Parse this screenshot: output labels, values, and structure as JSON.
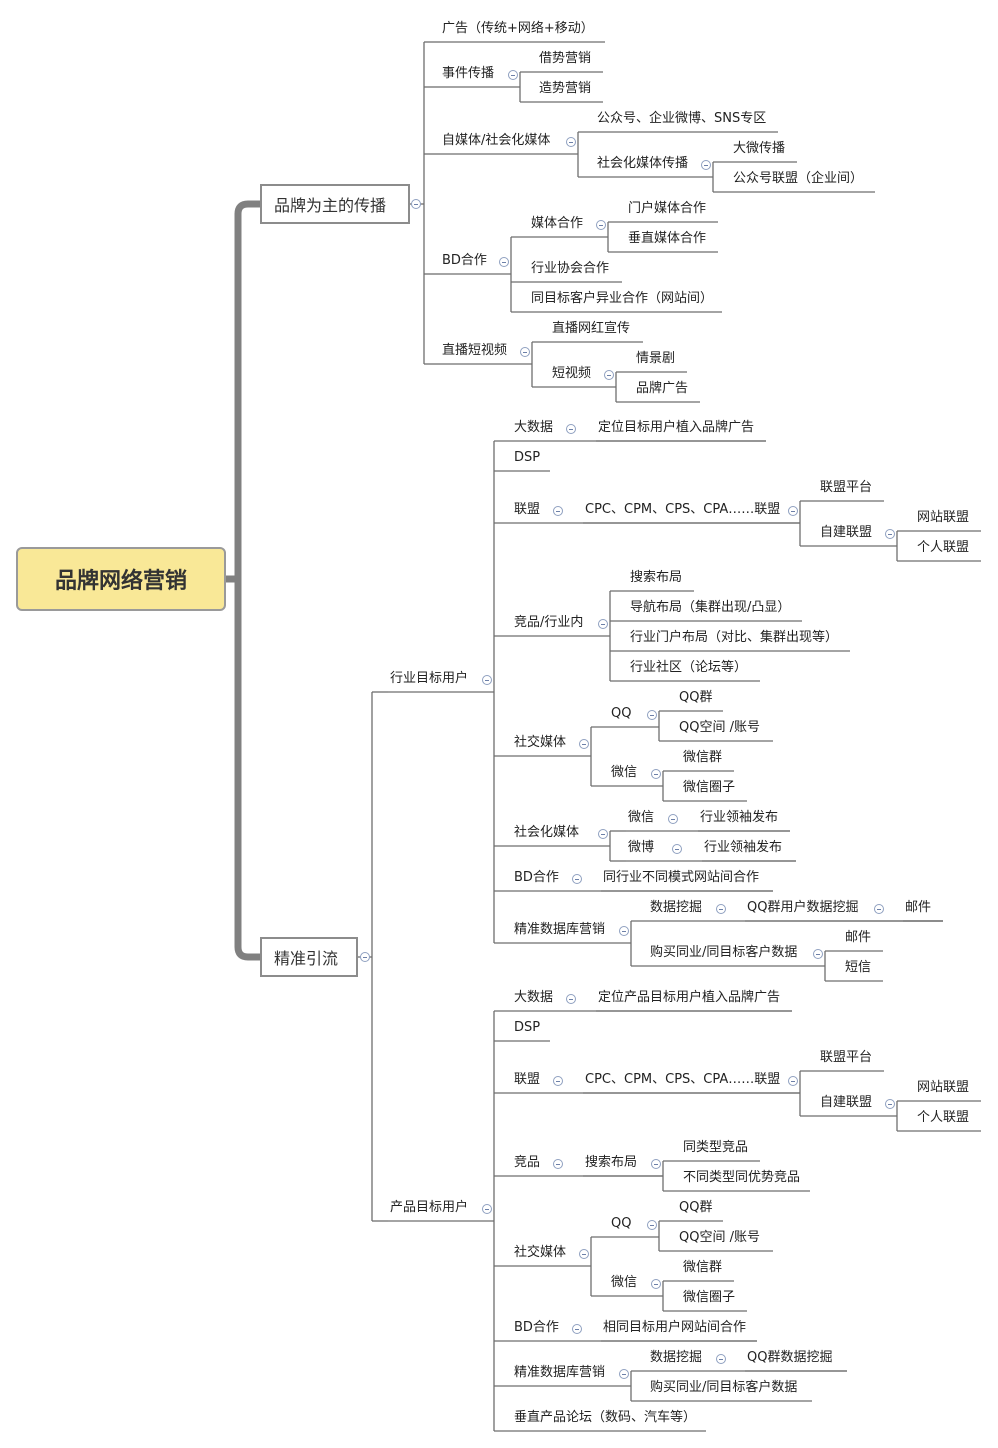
{
  "root": "品牌网络营销",
  "b1": {
    "title": "品牌为主的传播",
    "ad": "广告（传统+网络+移动）",
    "event": "事件传播",
    "event_1": "借势营销",
    "event_2": "造势营销",
    "media": "自媒体/社会化媒体",
    "media_1": "公众号、企业微博、SNS专区",
    "media_2": "社会化媒体传播",
    "media_2_1": "大微传播",
    "media_2_2": "公众号联盟（企业间）",
    "bd": "BD合作",
    "bd_1": "媒体合作",
    "bd_1_1": "门户媒体合作",
    "bd_1_2": "垂直媒体合作",
    "bd_2": "行业协会合作",
    "bd_3": "同目标客户异业合作（网站间）",
    "live": "直播短视频",
    "live_1": "直播网红宣传",
    "live_2": "短视频",
    "live_2_1": "情景剧",
    "live_2_2": "品牌广告"
  },
  "b2": {
    "title": "精准引流",
    "ind": {
      "title": "行业目标用户",
      "bigdata": "大数据",
      "bigdata_1": "定位目标用户植入品牌广告",
      "dsp": "DSP",
      "union": "联盟",
      "union_1": "CPC、CPM、CPS、CPA……联盟",
      "union_1_1": "联盟平台",
      "union_1_2": "自建联盟",
      "union_1_2_1": "网站联盟",
      "union_1_2_2": "个人联盟",
      "comp": "竞品/行业内",
      "comp_1": "搜索布局",
      "comp_2": "导航布局（集群出现/凸显）",
      "comp_3": "行业门户布局（对比、集群出现等）",
      "comp_4": "行业社区（论坛等）",
      "social": "社交媒体",
      "qq": "QQ",
      "qq_1": "QQ群",
      "qq_2": "QQ空间 /账号",
      "wx": "微信",
      "wx_1": "微信群",
      "wx_2": "微信圈子",
      "sm": "社会化媒体",
      "sm_1": "微信",
      "sm_1_1": "行业领袖发布",
      "sm_2": "微博",
      "sm_2_1": "行业领袖发布",
      "bd": "BD合作",
      "bd_1": "同行业不同模式网站间合作",
      "db": "精准数据库营销",
      "db_1": "数据挖掘",
      "db_1_1": "QQ群用户数据挖掘",
      "db_1_1_1": "邮件",
      "db_2": "购买同业/同目标客户数据",
      "db_2_1": "邮件",
      "db_2_2": "短信"
    },
    "prod": {
      "title": "产品目标用户",
      "bigdata": "大数据",
      "bigdata_1": "定位产品目标用户植入品牌广告",
      "dsp": "DSP",
      "union": "联盟",
      "union_1": "CPC、CPM、CPS、CPA……联盟",
      "union_1_1": "联盟平台",
      "union_1_2": "自建联盟",
      "union_1_2_1": "网站联盟",
      "union_1_2_2": "个人联盟",
      "comp": "竞品",
      "comp_1": "搜索布局",
      "comp_1_1": "同类型竞品",
      "comp_1_2": "不同类型同优势竞品",
      "social": "社交媒体",
      "qq": "QQ",
      "qq_1": "QQ群",
      "qq_2": "QQ空间 /账号",
      "wx": "微信",
      "wx_1": "微信群",
      "wx_2": "微信圈子",
      "bd": "BD合作",
      "bd_1": "相同目标用户网站间合作",
      "db": "精准数据库营销",
      "db_1": "数据挖掘",
      "db_1_1": "QQ群数据挖掘",
      "db_2": "购买同业/同目标客户数据",
      "forum": "垂直产品论坛（数码、汽车等）"
    }
  }
}
